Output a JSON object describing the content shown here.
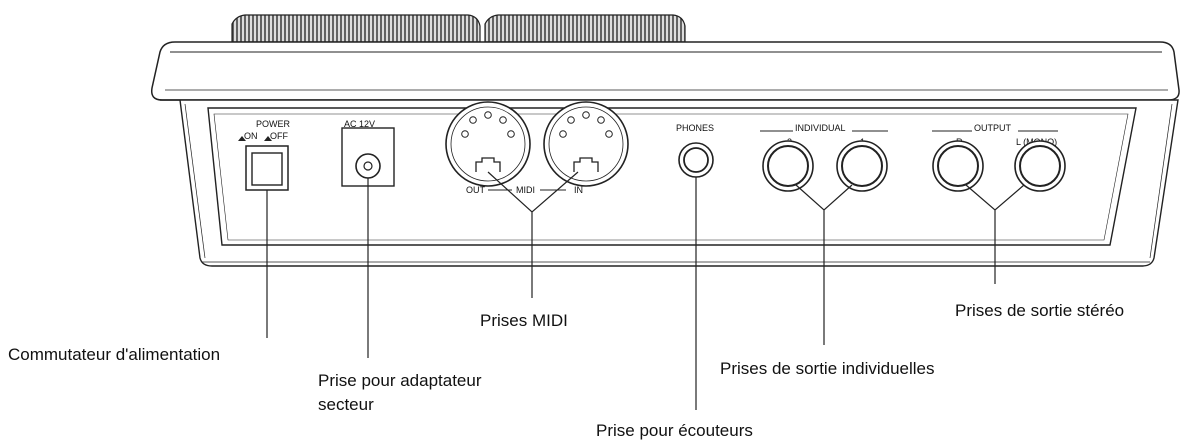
{
  "panel": {
    "power": "POWER",
    "power_on": "ON",
    "power_off": "OFF",
    "ac": "AC 12V",
    "midi_out": "OUT",
    "midi": "MIDI",
    "midi_in": "IN",
    "phones": "PHONES",
    "individual": "INDIVIDUAL",
    "ind_2": "2",
    "ind_1": "1",
    "output": "OUTPUT",
    "out_r": "R",
    "out_l": "L (MONO)"
  },
  "callouts": {
    "power_switch": "Commutateur d'alimentation",
    "adapter_line1": "Prise pour adaptateur",
    "adapter_line2": "secteur",
    "midi_jacks": "Prises MIDI",
    "headphones": "Prise pour écouteurs",
    "individual_outputs": "Prises de sortie individuelles",
    "stereo_outputs": "Prises de sortie stéréo"
  }
}
